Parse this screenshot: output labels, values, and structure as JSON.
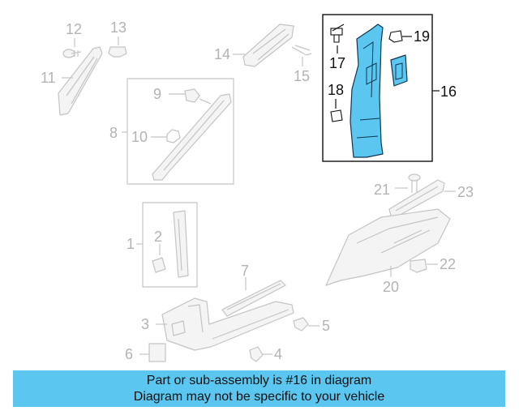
{
  "callouts": {
    "c1": "1",
    "c2": "2",
    "c3": "3",
    "c4": "4",
    "c5": "5",
    "c6": "6",
    "c7": "7",
    "c8": "8",
    "c9": "9",
    "c10": "10",
    "c11": "11",
    "c12": "12",
    "c13": "13",
    "c14": "14",
    "c15": "15",
    "c16": "16",
    "c17": "17",
    "c18": "18",
    "c19": "19",
    "c20": "20",
    "c21": "21",
    "c22": "22",
    "c23": "23"
  },
  "highlight": {
    "part_number": "16",
    "color": "#5bc6f0"
  },
  "banner": {
    "line1": "Part or sub-assembly is #16 in diagram",
    "line2": "Diagram may not be specific to your vehicle"
  }
}
